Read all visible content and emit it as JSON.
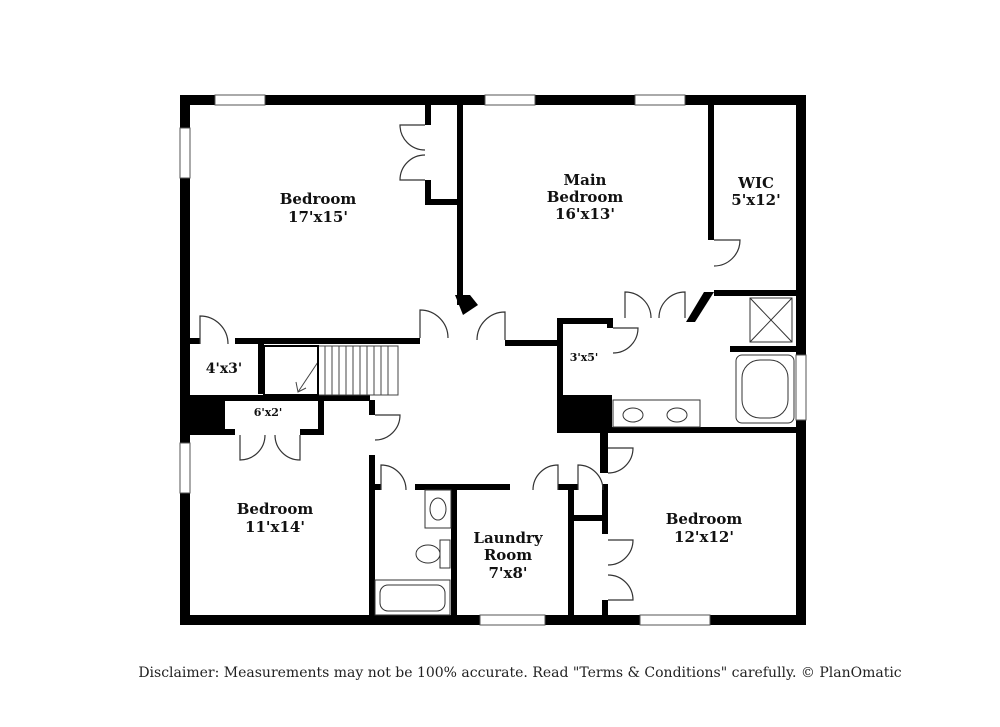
{
  "rooms": {
    "bedroom_nw": {
      "name": "Bedroom",
      "size": "17'x15'"
    },
    "main_bedroom": {
      "name_line1": "Main",
      "name_line2": "Bedroom",
      "size": "16'x13'"
    },
    "wic": {
      "name": "WIC",
      "size": "5'x12'"
    },
    "closet_4x3": {
      "size": "4'x3'"
    },
    "closet_6x2": {
      "size": "6'x2'"
    },
    "closet_3x5": {
      "size": "3'x5'"
    },
    "bedroom_sw": {
      "name": "Bedroom",
      "size": "11'x14'"
    },
    "laundry": {
      "name_line1": "Laundry",
      "name_line2": "Room",
      "size": "7'x8'"
    },
    "bedroom_se": {
      "name": "Bedroom",
      "size": "12'x12'"
    }
  },
  "disclaimer": "Disclaimer: Measurements may not be 100% accurate. Read \"Terms & Conditions\" carefully. © PlanOmatic",
  "colors": {
    "wall": "#000000",
    "fixture": "#333333",
    "background": "#ffffff"
  }
}
